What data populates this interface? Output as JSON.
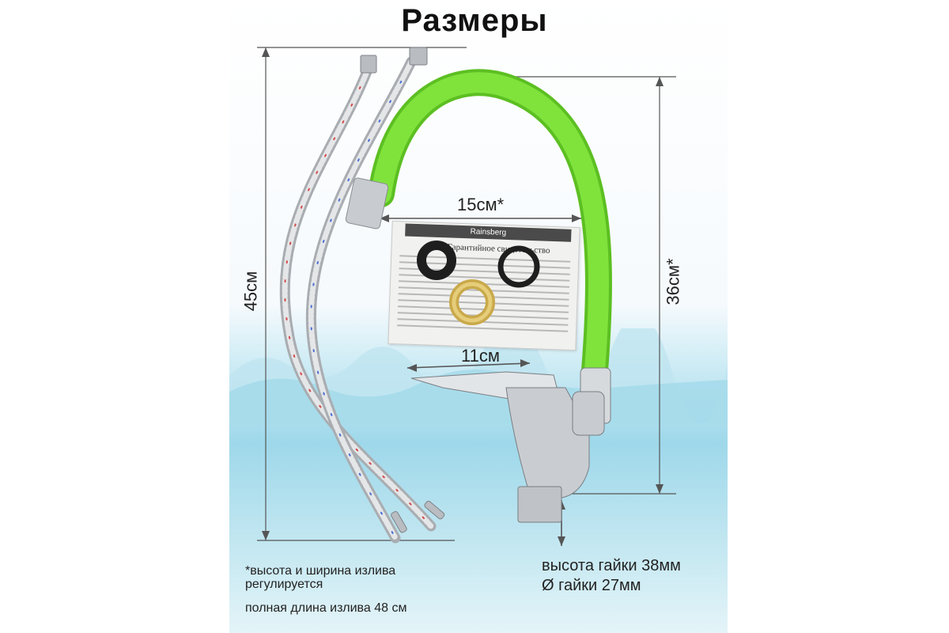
{
  "title": "Размеры",
  "dimensions": {
    "width_top": "15см*",
    "height_left": "45см",
    "height_right": "36см*",
    "handle_width": "11см"
  },
  "notes": {
    "adjustable": "*высота и ширина излива регулируется",
    "spout_length": "полная длина излива 48 см"
  },
  "specs": {
    "nut_height": "высота гайки 38мм",
    "nut_diameter": "Ø гайки 27мм"
  },
  "warranty": {
    "brand": "Rainsberg",
    "heading": "Гарантийное свидетельство"
  },
  "colors": {
    "spout": "#7ee33a",
    "chrome": "#c8ccd0",
    "water": "#9ed8ea",
    "text": "#222222"
  }
}
